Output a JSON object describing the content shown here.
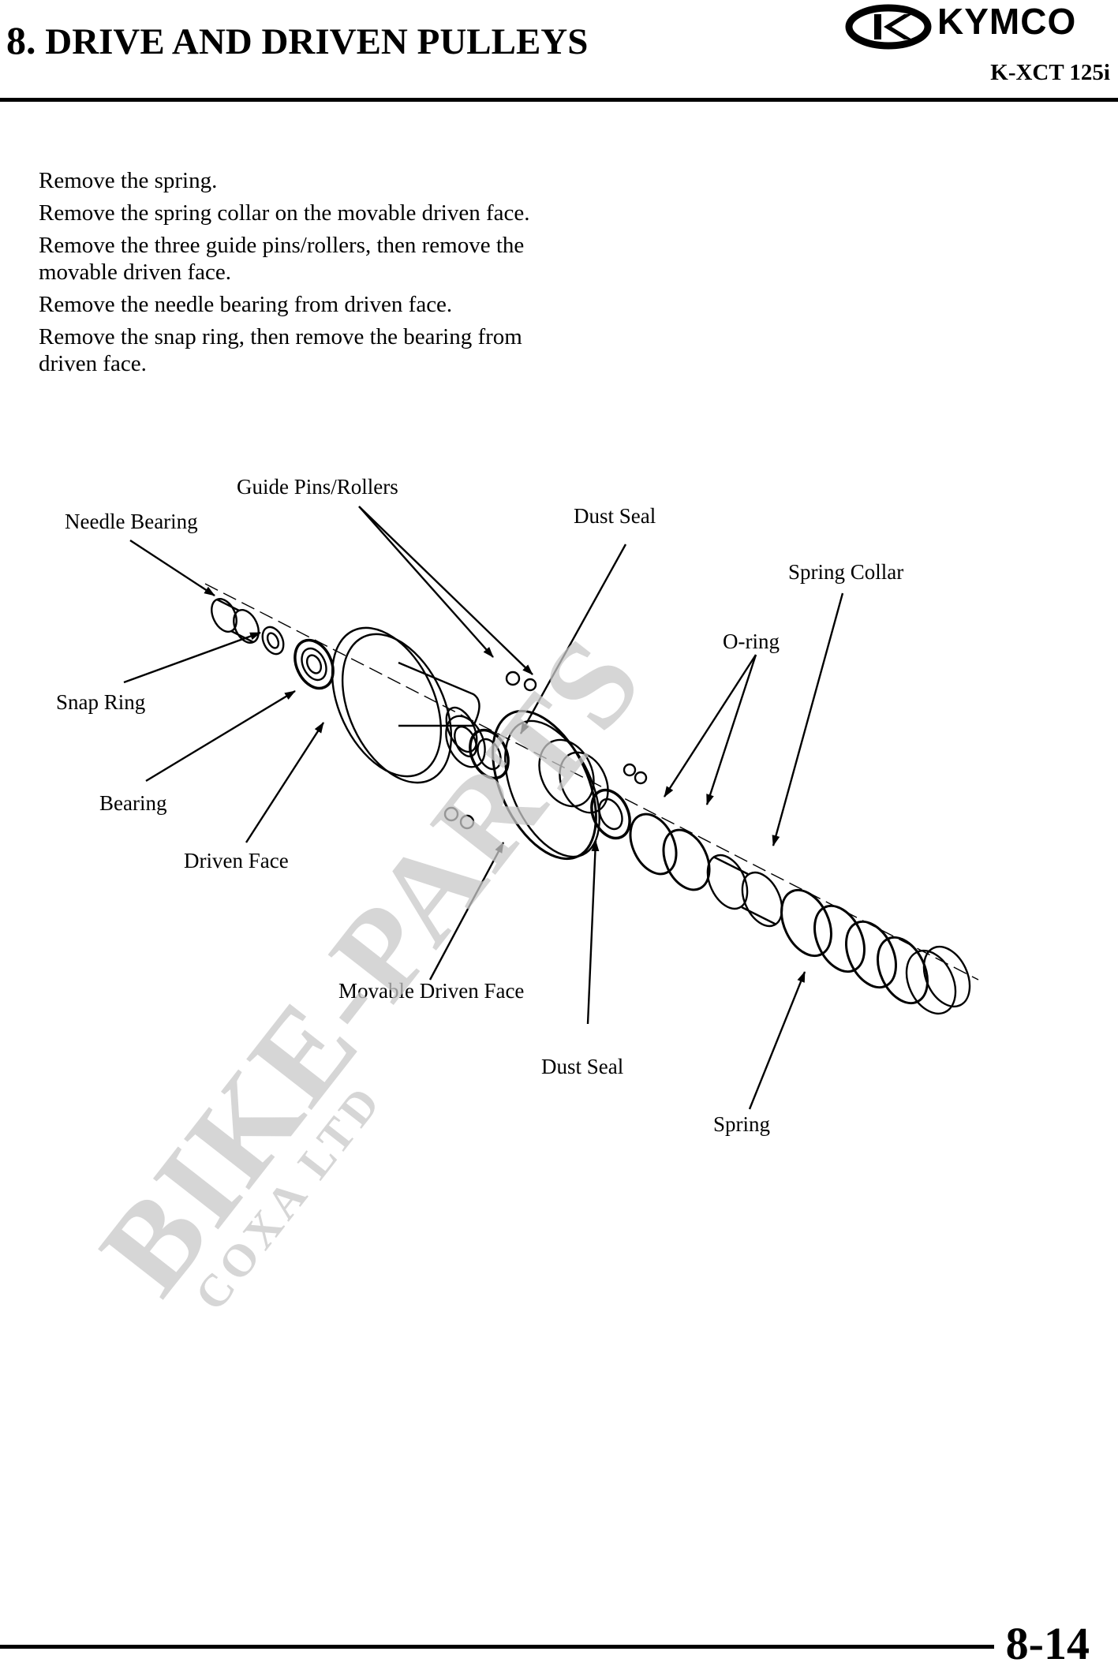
{
  "header": {
    "section_number": "8.",
    "title": "DRIVE AND DRIVEN PULLEYS",
    "brand": "KYMCO",
    "model": "K-XCT 125i"
  },
  "steps": [
    "Remove the spring.",
    "Remove the spring collar on the movable driven face.",
    "Remove the three guide pins/rollers, then remove the movable driven face.",
    "Remove the needle bearing from driven face.",
    "Remove the snap ring, then remove the bearing from driven face."
  ],
  "diagram": {
    "labels": {
      "guide_pins": "Guide Pins/Rollers",
      "needle_bearing": "Needle Bearing",
      "dust_seal_top": "Dust Seal",
      "spring_collar": "Spring Collar",
      "o_ring": "O-ring",
      "snap_ring": "Snap Ring",
      "bearing": "Bearing",
      "driven_face": "Driven Face",
      "movable_driven_face": "Movable Driven Face",
      "dust_seal_bottom": "Dust Seal",
      "spring": "Spring"
    }
  },
  "watermark": {
    "main": "BIKE-PARTS",
    "sub": "COXA LTD"
  },
  "footer": {
    "page_number": "8-14"
  }
}
